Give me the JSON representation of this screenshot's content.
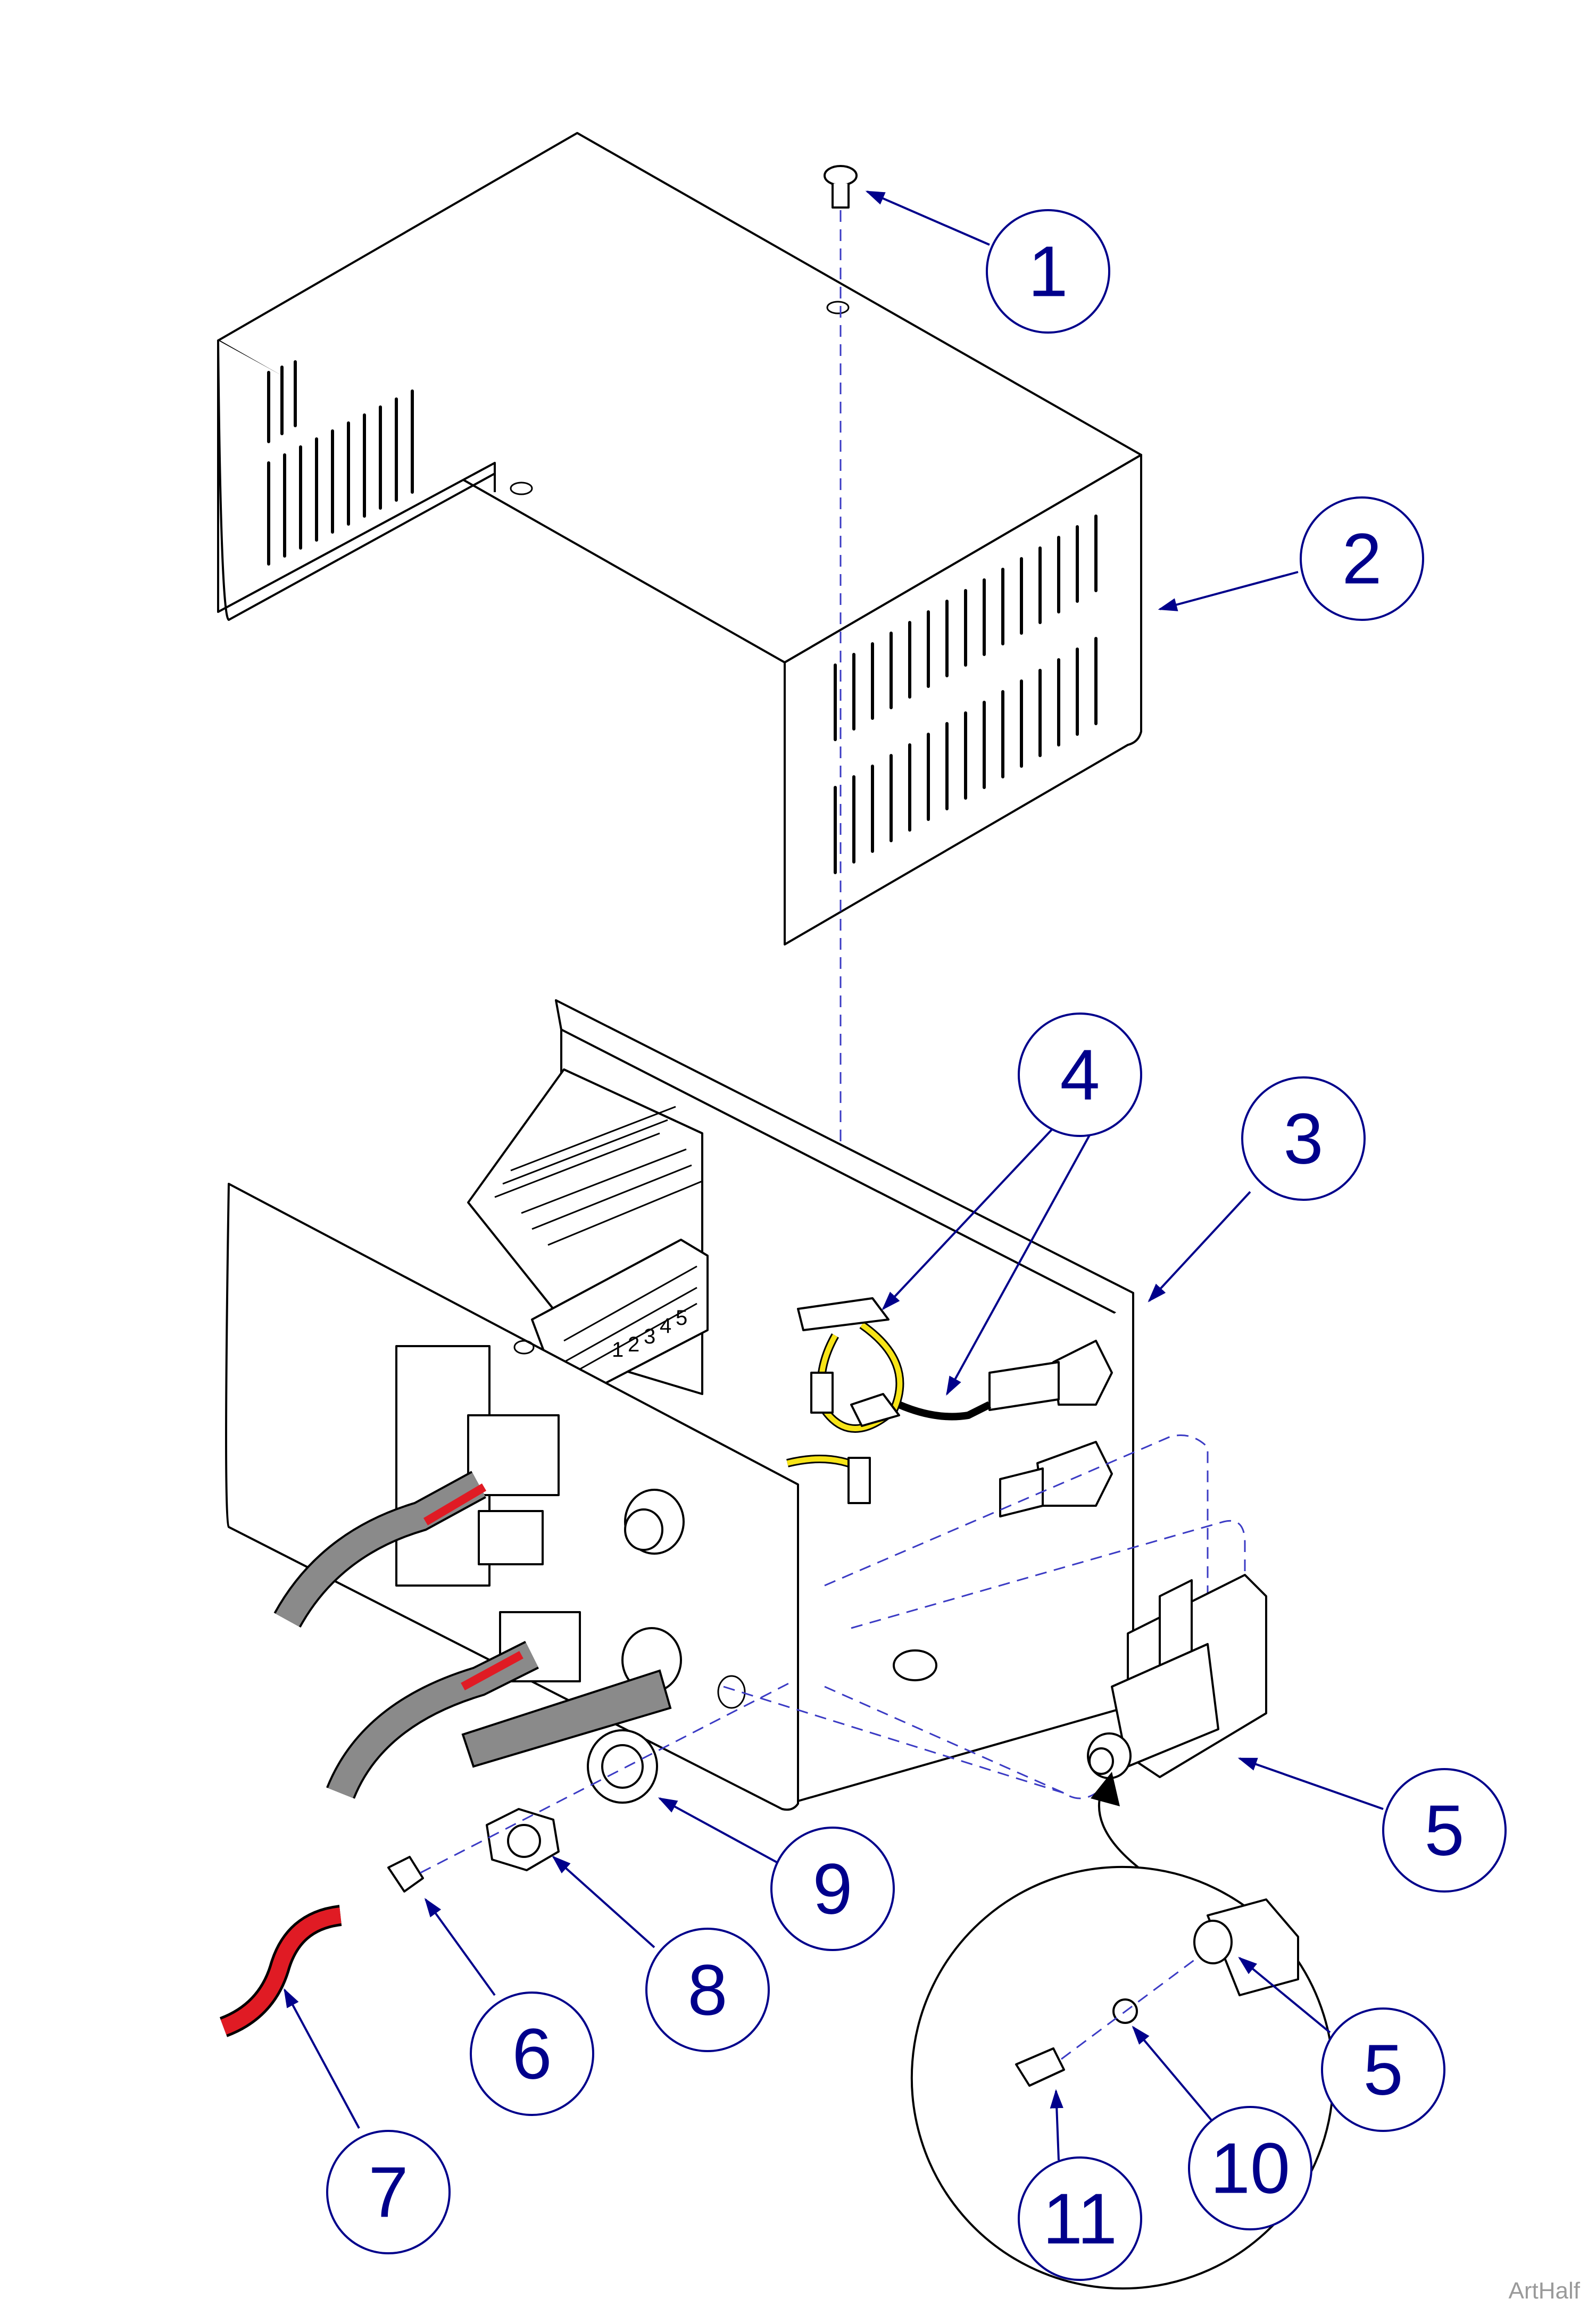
{
  "diagram": {
    "callouts": [
      {
        "label": "1"
      },
      {
        "label": "2"
      },
      {
        "label": "3"
      },
      {
        "label": "4"
      },
      {
        "label": "5"
      },
      {
        "label": "5"
      },
      {
        "label": "6"
      },
      {
        "label": "7"
      },
      {
        "label": "8"
      },
      {
        "label": "9"
      },
      {
        "label": "10"
      },
      {
        "label": "11"
      }
    ],
    "terminal_numbers": [
      "1",
      "2",
      "3",
      "4",
      "5"
    ]
  },
  "watermark": "ArtHalf",
  "colors": {
    "callout": "#00008b",
    "red_wire": "#e01b24",
    "yellow_wire": "#f7e417",
    "gray_cable": "#8a8a8a",
    "dashed_line": "#3b3bc4"
  }
}
